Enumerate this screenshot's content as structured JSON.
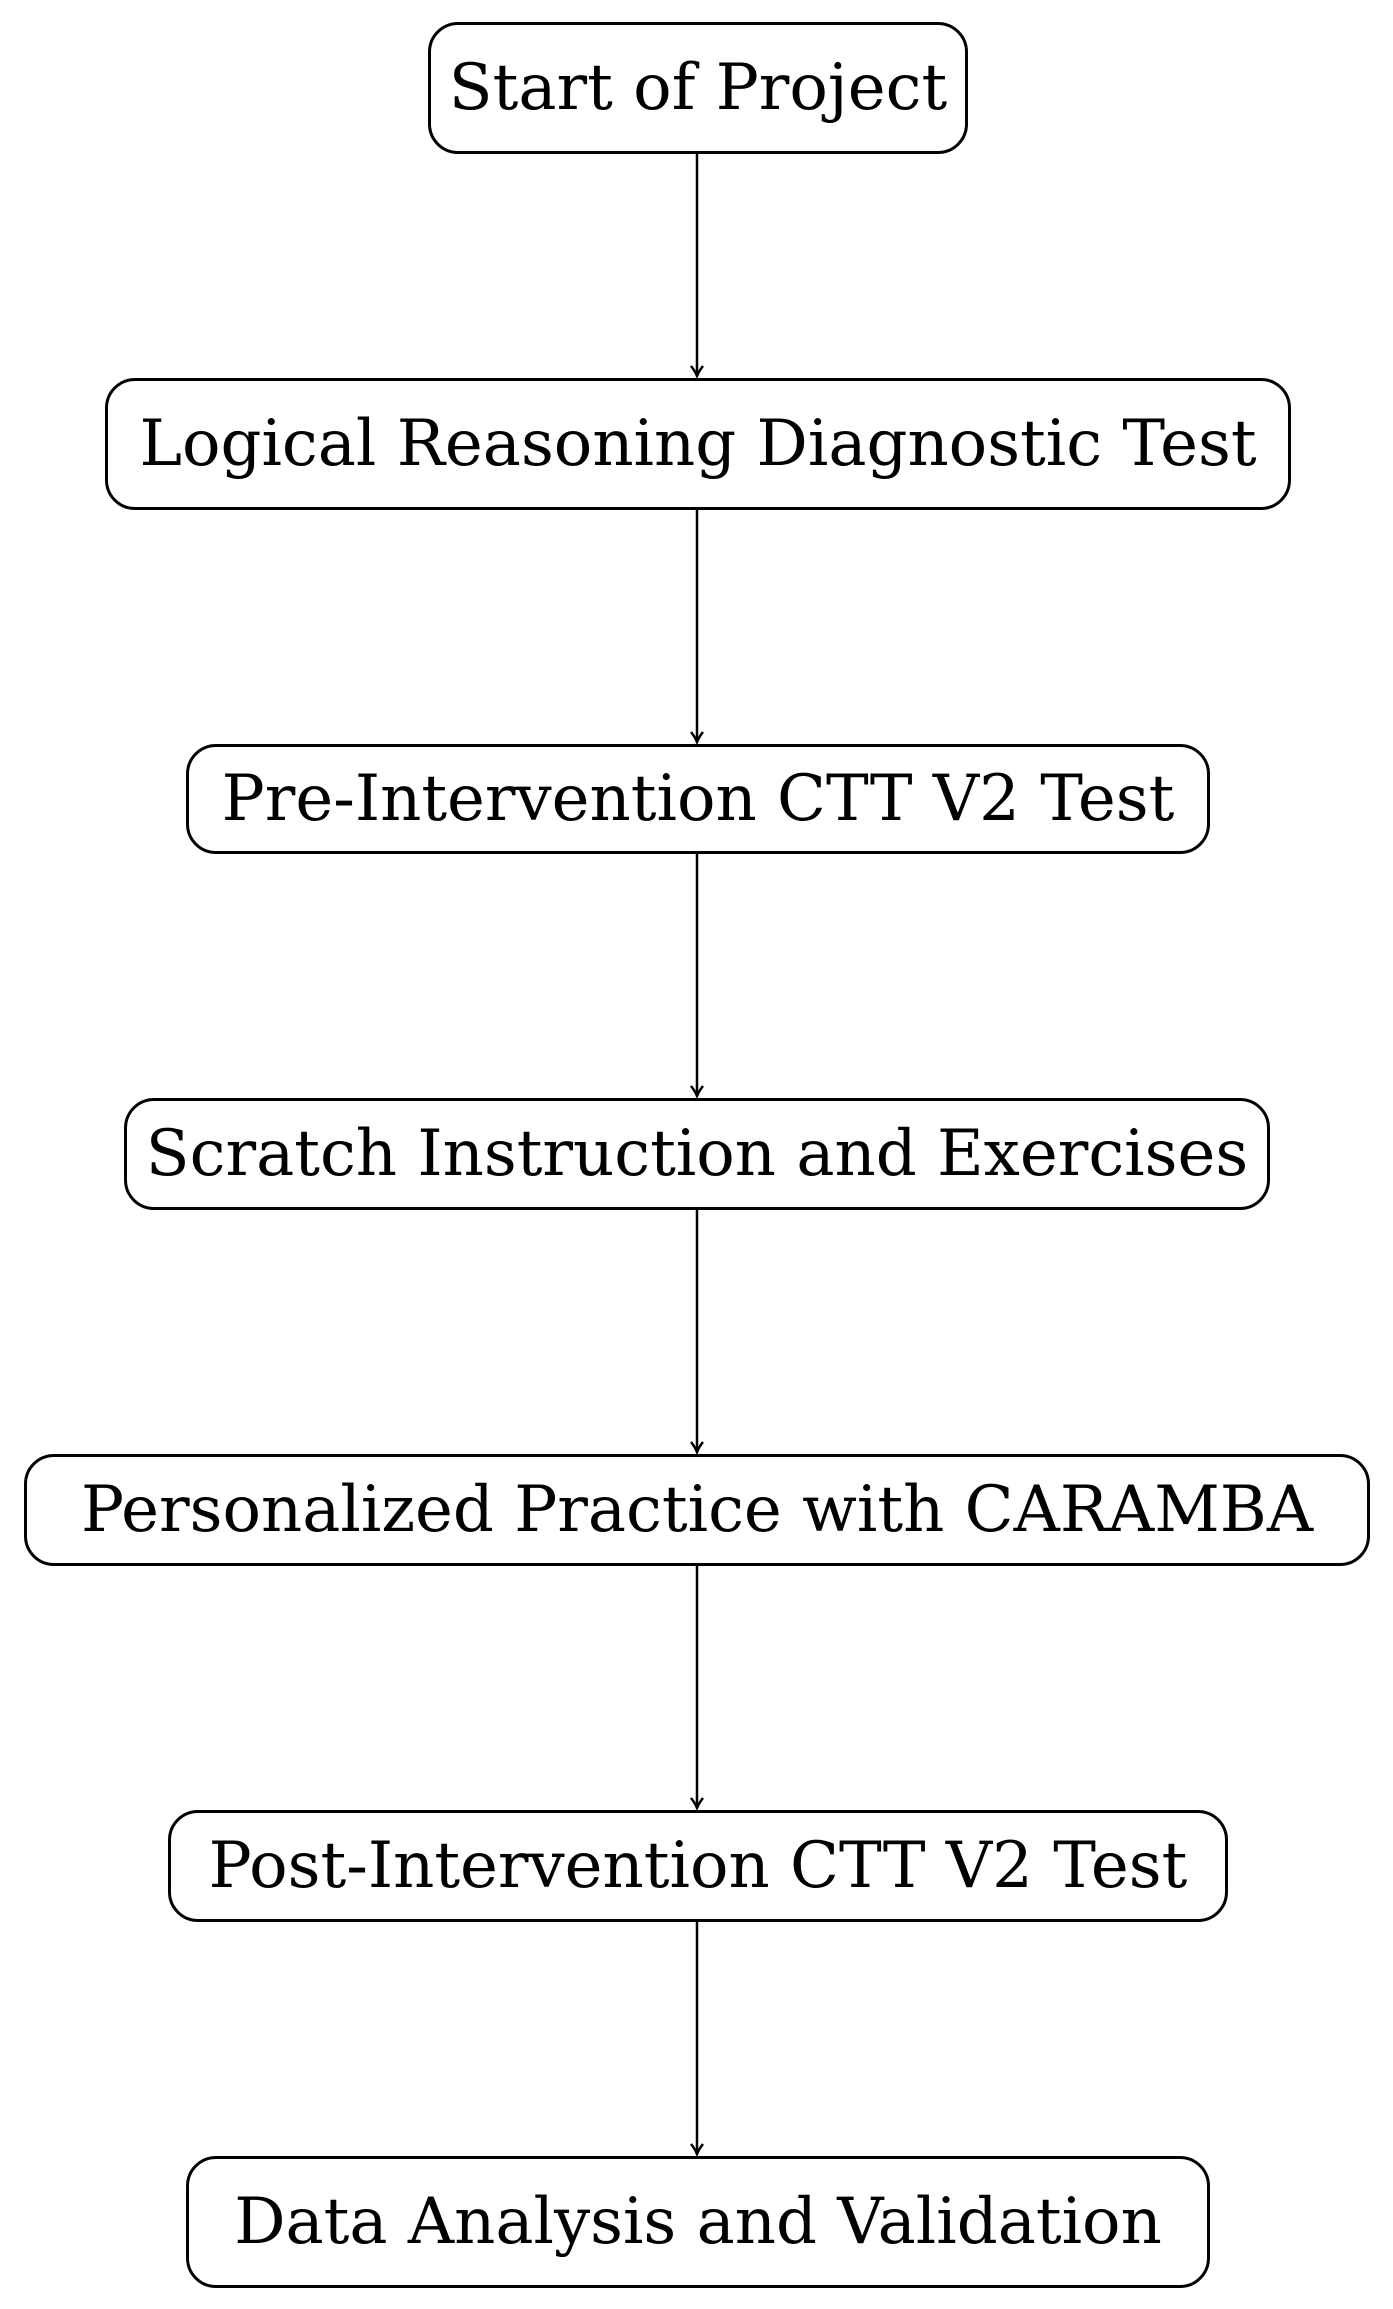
{
  "diagram": {
    "type": "flowchart",
    "direction": "top-to-bottom",
    "nodes": [
      {
        "id": "n1",
        "label": "Start of Project"
      },
      {
        "id": "n2",
        "label": "Logical Reasoning Diagnostic Test"
      },
      {
        "id": "n3",
        "label": "Pre-Intervention CTT V2 Test"
      },
      {
        "id": "n4",
        "label": "Scratch Instruction and Exercises"
      },
      {
        "id": "n5",
        "label": "Personalized Practice with CARAMBA"
      },
      {
        "id": "n6",
        "label": "Post-Intervention CTT V2 Test"
      },
      {
        "id": "n7",
        "label": "Data Analysis and Validation"
      }
    ],
    "edges": [
      {
        "from": "n1",
        "to": "n2"
      },
      {
        "from": "n2",
        "to": "n3"
      },
      {
        "from": "n3",
        "to": "n4"
      },
      {
        "from": "n4",
        "to": "n5"
      },
      {
        "from": "n5",
        "to": "n6"
      },
      {
        "from": "n6",
        "to": "n7"
      }
    ],
    "colors": {
      "stroke": "#000000",
      "background": "#ffffff",
      "text": "#000000"
    }
  }
}
